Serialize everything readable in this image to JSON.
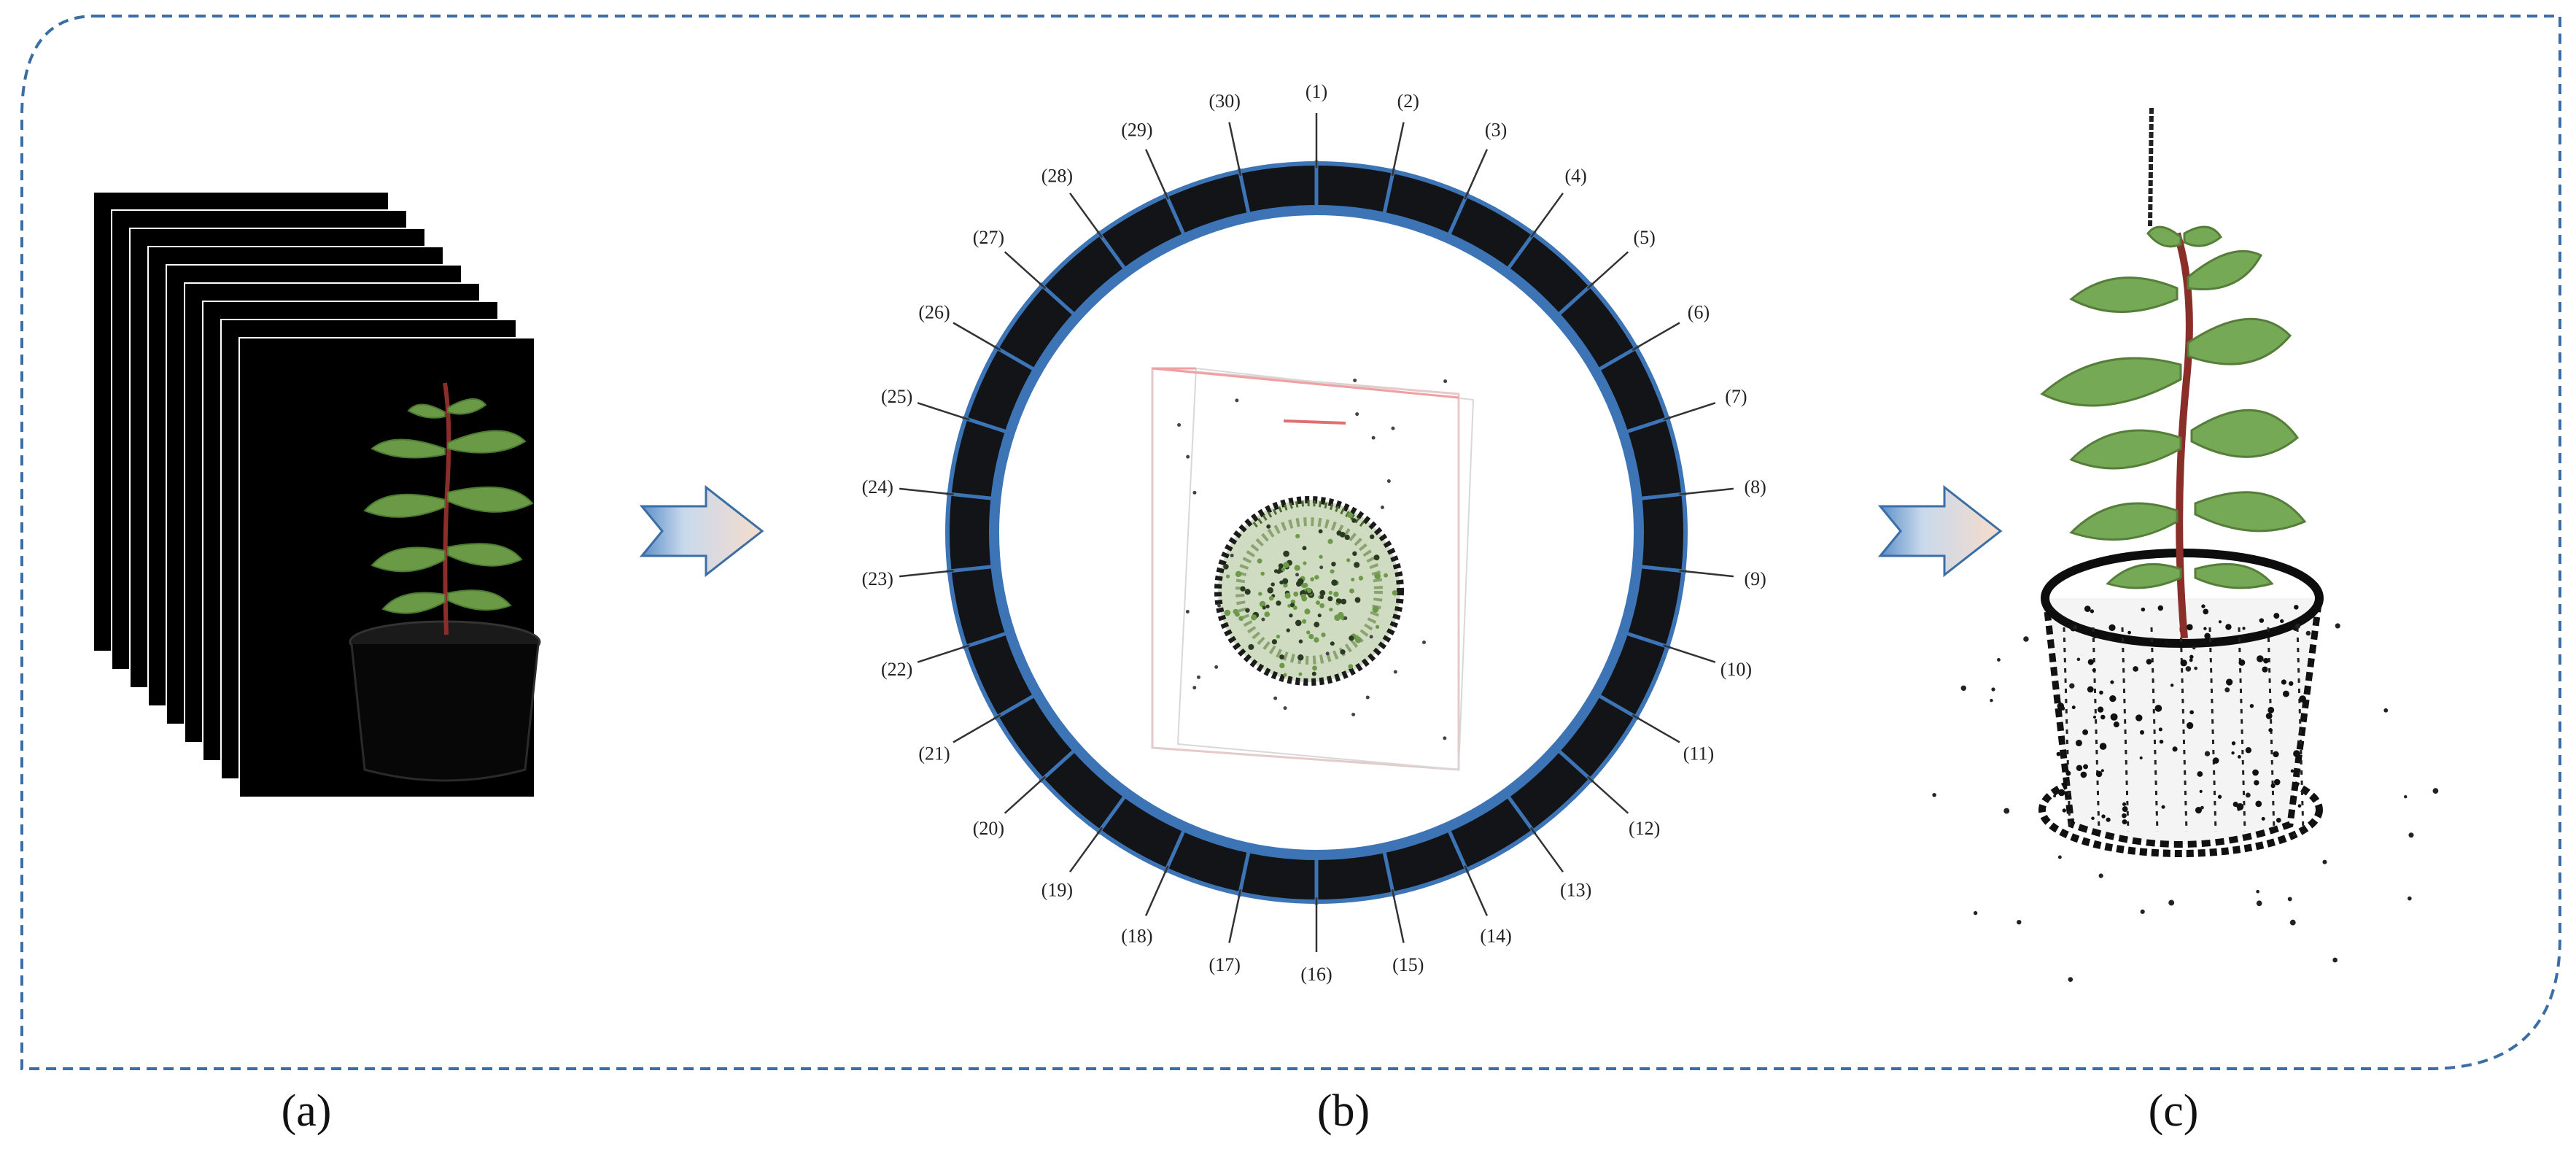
{
  "panels": [
    {
      "label": "(a)"
    },
    {
      "label": "(b)"
    },
    {
      "label": "(c)"
    }
  ],
  "cameras": {
    "labels": [
      "(1)",
      "(2)",
      "(3)",
      "(4)",
      "(5)",
      "(6)",
      "(7)",
      "(8)",
      "(9)",
      "(10)",
      "(11)",
      "(12)",
      "(13)",
      "(14)",
      "(15)",
      "(16)",
      "(17)",
      "(18)",
      "(19)",
      "(20)",
      "(21)",
      "(22)",
      "(23)",
      "(24)",
      "(25)",
      "(26)",
      "(27)",
      "(28)",
      "(29)",
      "(30)"
    ]
  },
  "colors": {
    "frame_border": "#3b6ea5",
    "arrow_fill_start": "#5b8fc9",
    "arrow_fill_end": "#f6dccb",
    "ring_blue": "#3d74b6",
    "ring_dark": "#121417",
    "leaf_green": "#6a9a45",
    "stem_red": "#8a2e2a"
  }
}
